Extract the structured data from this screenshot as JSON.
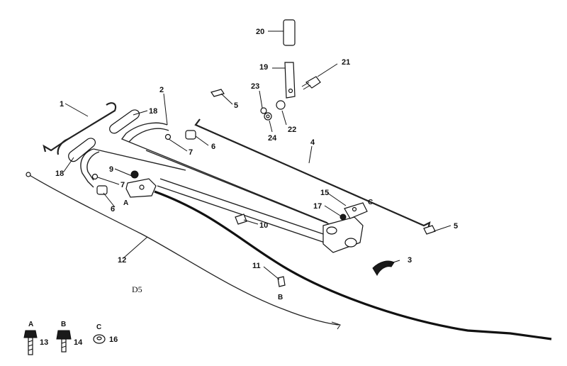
{
  "diagram_code": "D5",
  "parts": [
    {
      "id": "p1",
      "number": "1"
    },
    {
      "id": "p2",
      "number": "2"
    },
    {
      "id": "p3",
      "number": "3"
    },
    {
      "id": "p4",
      "number": "4"
    },
    {
      "id": "p5a",
      "number": "5"
    },
    {
      "id": "p5b",
      "number": "5"
    },
    {
      "id": "p6a",
      "number": "6"
    },
    {
      "id": "p6b",
      "number": "6"
    },
    {
      "id": "p7a",
      "number": "7"
    },
    {
      "id": "p7b",
      "number": "7"
    },
    {
      "id": "p9",
      "number": "9"
    },
    {
      "id": "p10",
      "number": "10"
    },
    {
      "id": "p11",
      "number": "11"
    },
    {
      "id": "p12",
      "number": "12"
    },
    {
      "id": "p15",
      "number": "15"
    },
    {
      "id": "p17",
      "number": "17"
    },
    {
      "id": "p18a",
      "number": "18"
    },
    {
      "id": "p18b",
      "number": "18"
    },
    {
      "id": "p19",
      "number": "19"
    },
    {
      "id": "p20",
      "number": "20"
    },
    {
      "id": "p21",
      "number": "21"
    },
    {
      "id": "p22",
      "number": "22"
    },
    {
      "id": "p23",
      "number": "23"
    },
    {
      "id": "p24",
      "number": "24"
    }
  ],
  "connection_letters": {
    "a": "A",
    "b": "B",
    "c": "C"
  },
  "hardware_key": [
    {
      "letter": "A",
      "number": "13",
      "icon": "bolt-icon"
    },
    {
      "letter": "B",
      "number": "14",
      "icon": "bolt-icon"
    },
    {
      "letter": "C",
      "number": "16",
      "icon": "nut-icon"
    }
  ]
}
